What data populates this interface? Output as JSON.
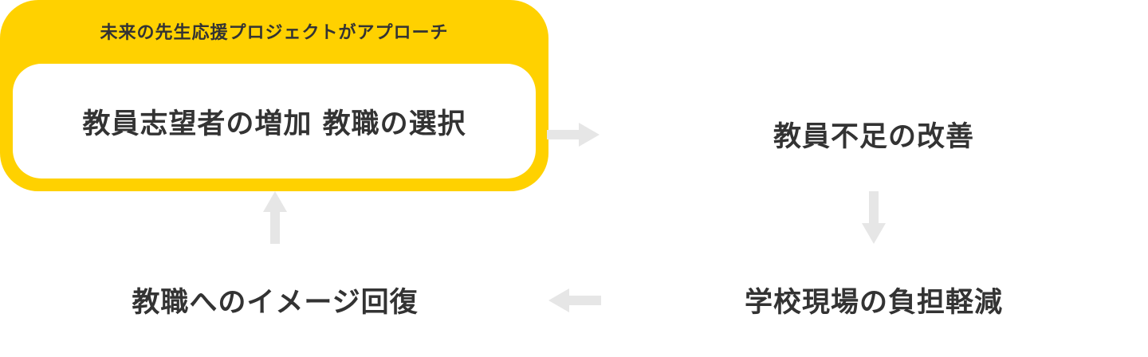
{
  "project_panel": {
    "caption": "未来の先生応援プロジェクトがアプローチ",
    "focus": "教員志望者の増加 教職の選択",
    "highlight_color": "#FFD100"
  },
  "cycle": {
    "steps": [
      {
        "label": "教員不足の改善"
      },
      {
        "label": "学校現場の負担軽減"
      },
      {
        "label": "教職へのイメージ回復"
      }
    ],
    "arrow_color": "#E6E6E6",
    "arrow_icons": [
      "arrow-right-icon",
      "arrow-down-icon",
      "arrow-left-icon",
      "arrow-up-icon"
    ]
  }
}
